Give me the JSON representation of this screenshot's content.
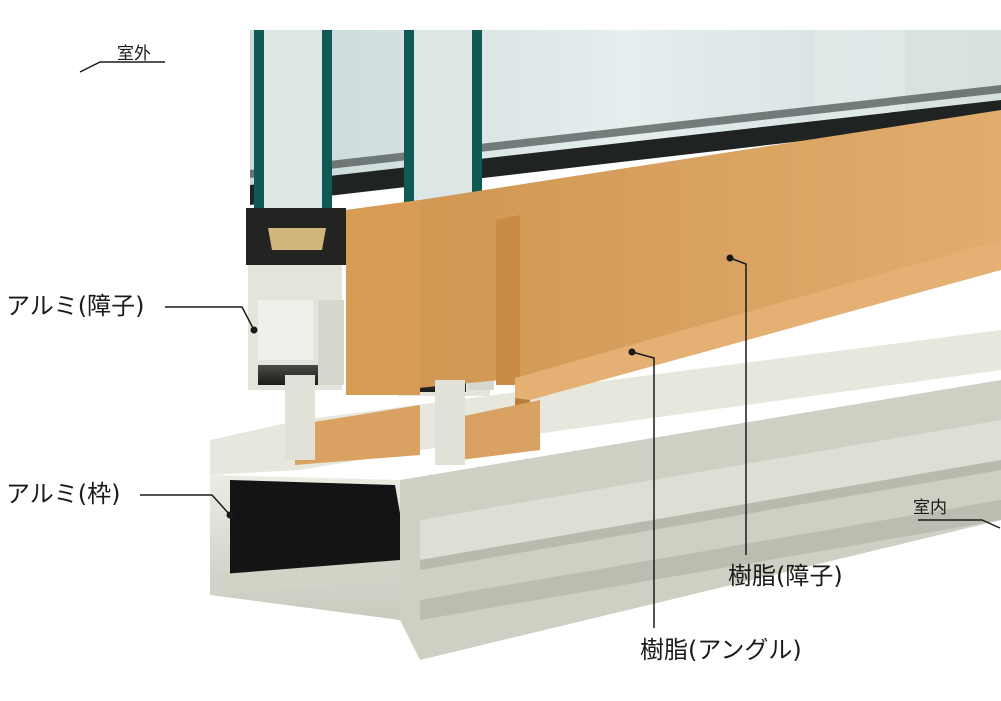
{
  "labels": {
    "outdoor": "室外",
    "indoor": "室内",
    "aluminum_sash": "アルミ(障子)",
    "aluminum_frame": "アルミ(枠)",
    "resin_sash": "樹脂(障子)",
    "resin_angle": "樹脂(アングル)"
  },
  "colors": {
    "glass_edge": "#0f5a55",
    "glass": "#d6e3e3",
    "resin": "#d9a262",
    "aluminum": "#dcdcd2",
    "spacer": "#d2b57a",
    "line": "#1a1a1a"
  }
}
